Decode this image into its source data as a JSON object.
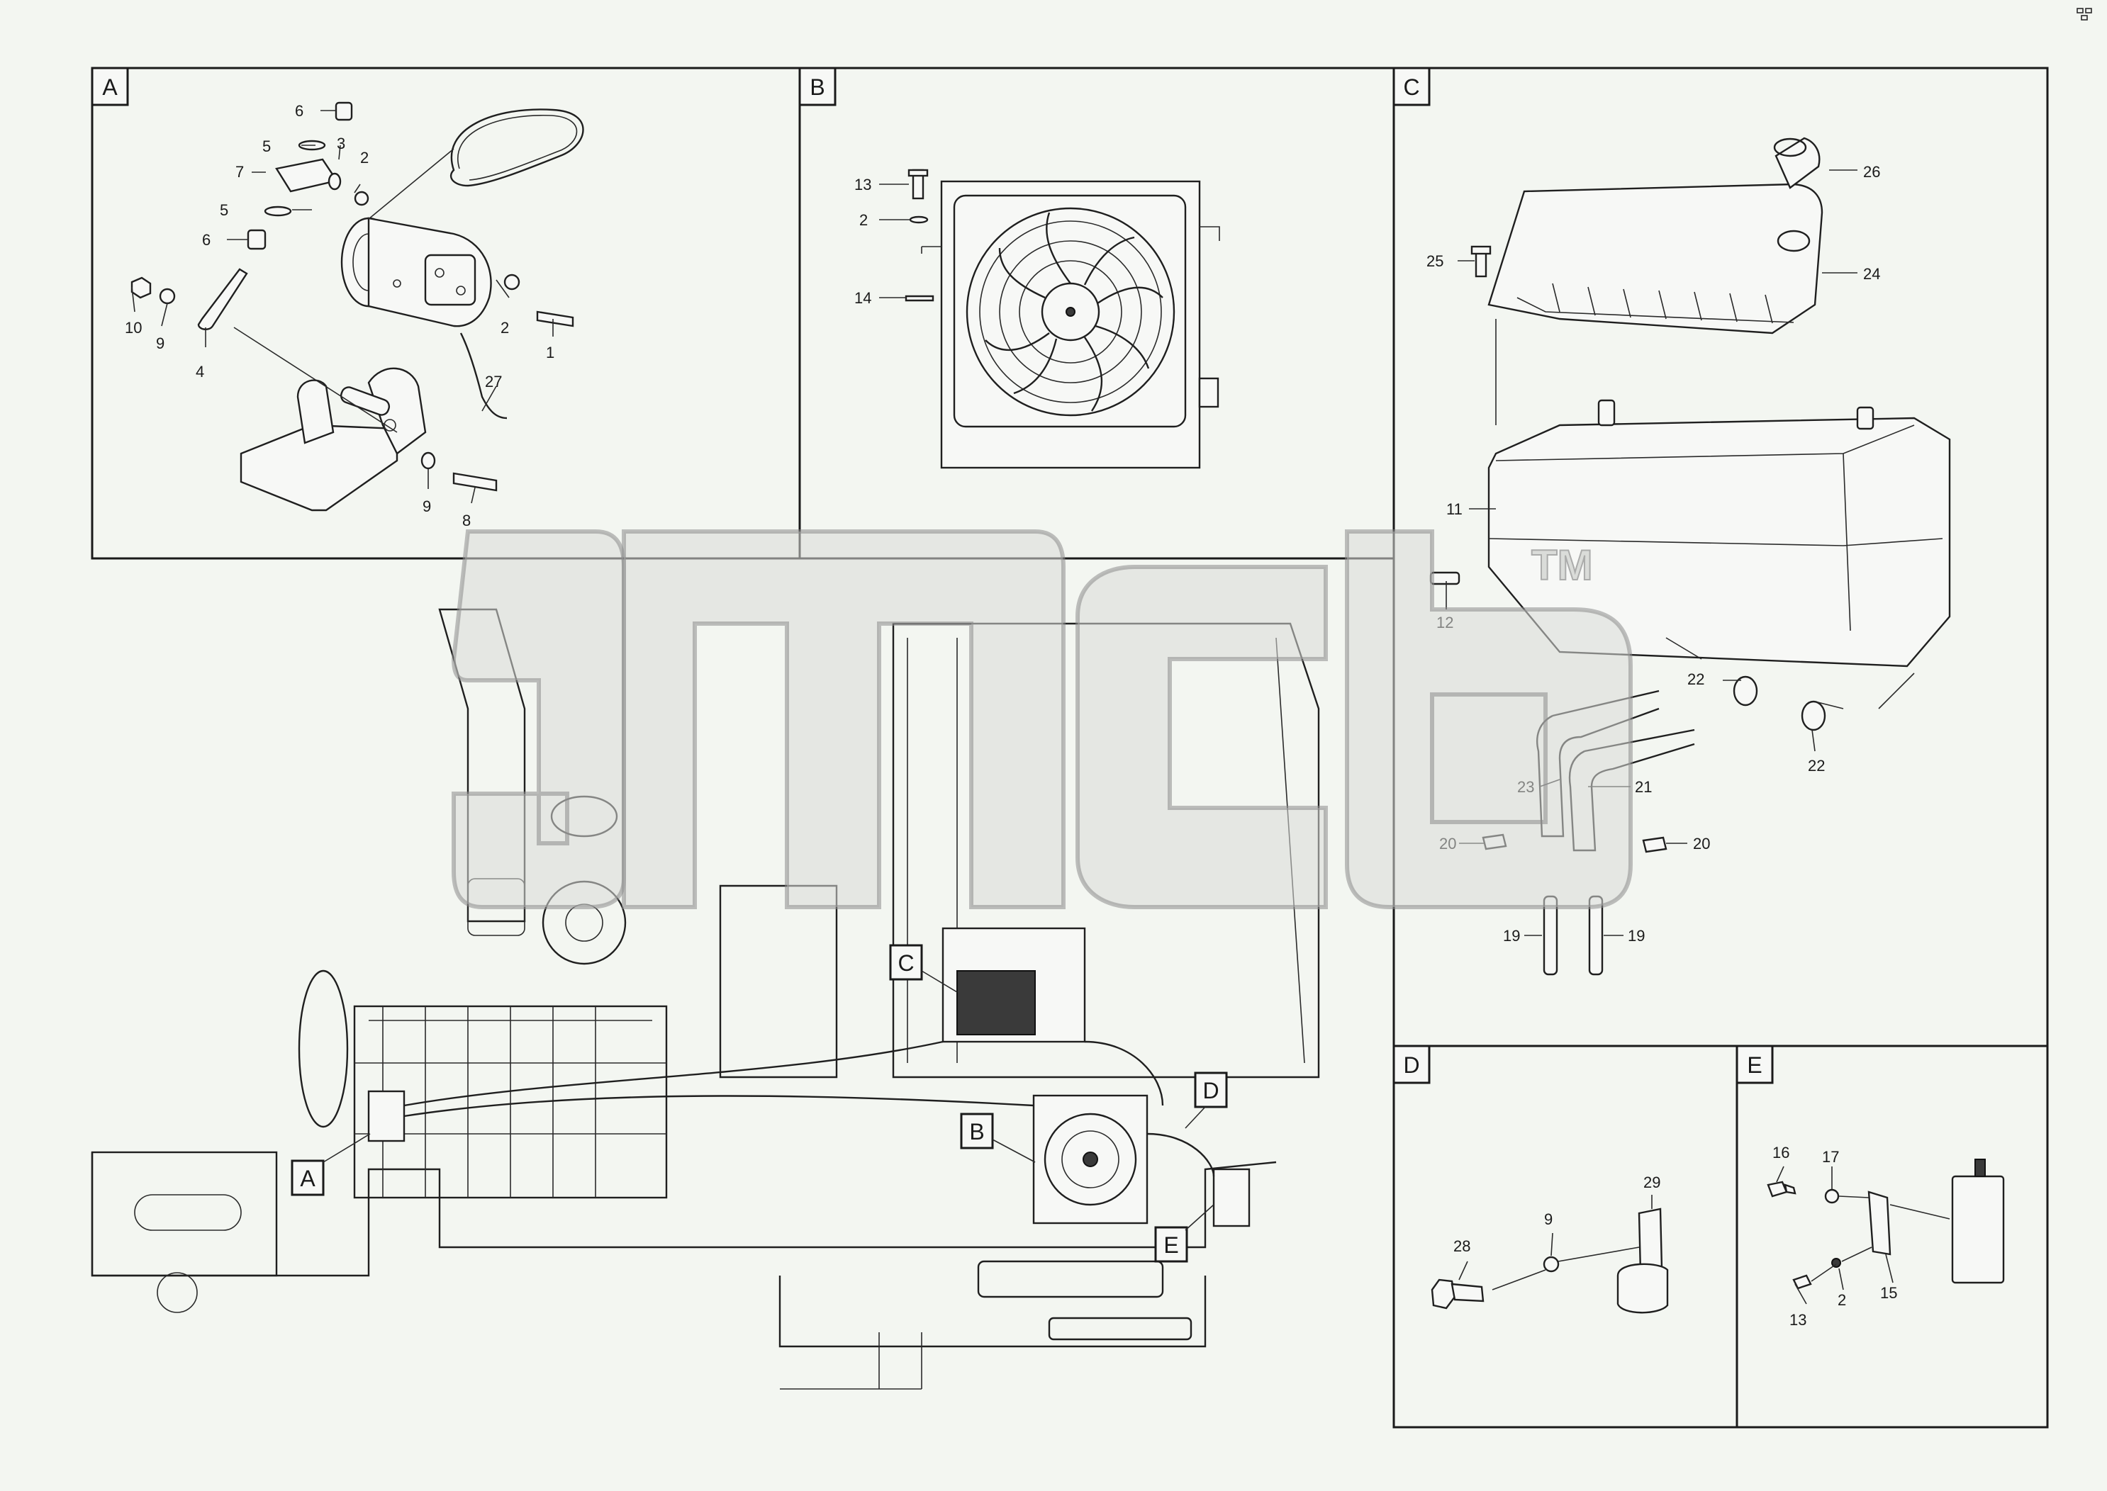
{
  "panels": [
    {
      "id": "A",
      "label": "A"
    },
    {
      "id": "B",
      "label": "B"
    },
    {
      "id": "C",
      "label": "C"
    },
    {
      "id": "D",
      "label": "D"
    },
    {
      "id": "E",
      "label": "E"
    }
  ],
  "panel_a_callouts": [
    "6",
    "5",
    "3",
    "2",
    "7",
    "5",
    "6",
    "10",
    "9",
    "4",
    "2",
    "1",
    "27",
    "9",
    "8"
  ],
  "panel_b_callouts": [
    "13",
    "2",
    "14"
  ],
  "panel_c_callouts": [
    "26",
    "25",
    "24",
    "11",
    "12",
    "22",
    "22",
    "23",
    "21",
    "20",
    "20",
    "19",
    "19"
  ],
  "panel_d_callouts": [
    "28",
    "9",
    "29"
  ],
  "panel_e_callouts": [
    "16",
    "17",
    "13",
    "2",
    "15"
  ],
  "overview_labels": [
    "C",
    "B",
    "D",
    "E",
    "A"
  ],
  "watermark": {
    "trademark": "TM"
  },
  "colors": {
    "line": "#1f1f1f",
    "background": "#f3f6f1",
    "watermark": "#8c8c8c"
  }
}
